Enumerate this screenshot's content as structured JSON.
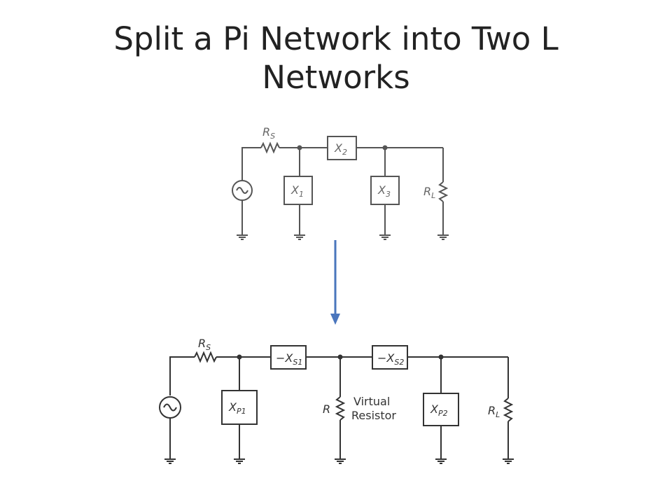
{
  "slide": {
    "title_line1": "Split a Pi Network into Two L",
    "title_line2": "Networks"
  },
  "top_circuit": {
    "rs_main": "R",
    "rs_sub": "S",
    "x2_main": "X",
    "x2_sub": "2",
    "x1_main": "X",
    "x1_sub": "1",
    "x3_main": "X",
    "x3_sub": "3",
    "rl_main": "R",
    "rl_sub": "L"
  },
  "bottom_circuit": {
    "rs_main": "R",
    "rs_sub": "S",
    "xs1_main": "−X",
    "xs1_sub": "S1",
    "xs2_main": "−X",
    "xs2_sub": "S2",
    "xp1_main": "X",
    "xp1_sub": "P1",
    "xp2_main": "X",
    "xp2_sub": "P2",
    "r_label": "R",
    "virtual_line1": "Virtual",
    "virtual_line2": "Resistor",
    "rl_main": "R",
    "rl_sub": "L"
  },
  "colors": {
    "arrow": "#4a76bd",
    "top_wire": "#555555",
    "bottom_wire": "#333333"
  }
}
